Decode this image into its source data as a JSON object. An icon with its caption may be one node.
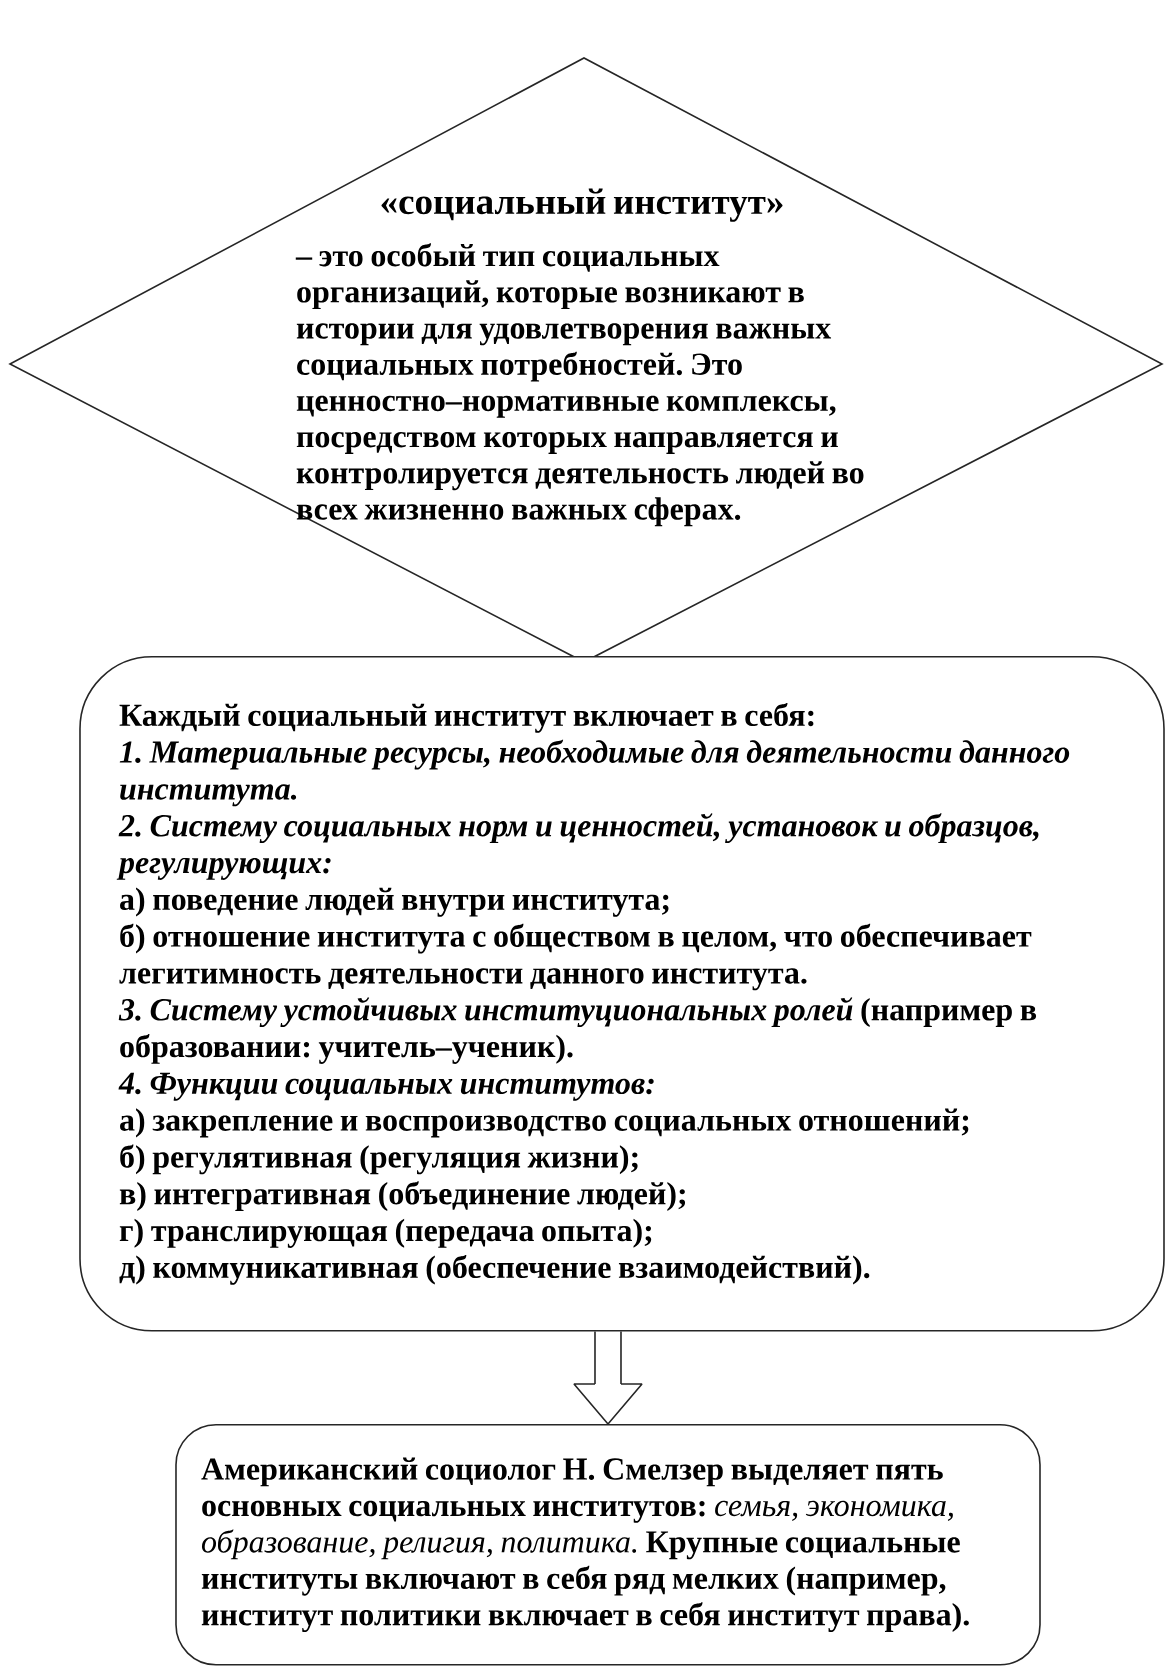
{
  "diagram": {
    "nodes": [
      {
        "text": [
          "«социальный институт»",
          "– это особый тип социальных организаций, которые возникают в истории для удовлетворения важных социальных потребностей. Это ценностно–нормативные комплексы, посредством которых направляется и контролируется деятельность людей во всех жизненно важных сферах."
        ]
      },
      {
        "text": [
          "Каждый социальный институт включает в себя:",
          "1. Материальные ресурсы, необходимые для деятельности данного института.",
          "2. Систему социальных норм и ценностей, установок и образцов, регулирующих:",
          "а) поведение людей внутри института;",
          "б) отношение института с обществом в целом, что обеспечивает легитимность деятельности данного института.",
          "*3. Систему устойчивых институциональных ролей* (например в образовании: учитель–ученик).",
          "4. Функции социальных институтов:",
          "а) закрепление и воспроизводство социальных отношений;",
          "б) регулятивная (регуляция жизни);",
          "в) интегративная (объединение людей);",
          "г) транслирующая (передача опыта);",
          "д) коммуникативная (обеспечение взаимодействий)."
        ]
      },
      {
        "text": [
          "Американский социолог Н. Смелзер выделяет пять основных социальных институтов: *семья, экономика, образование, религия, политика.* Крупные социальные институты включают в себя ряд мелких (например, институт политики включает в себя институт права)."
        ]
      }
    ],
    "edges": [
      {
        "from": 1,
        "to": 2,
        "arrow": "to"
      }
    ]
  }
}
